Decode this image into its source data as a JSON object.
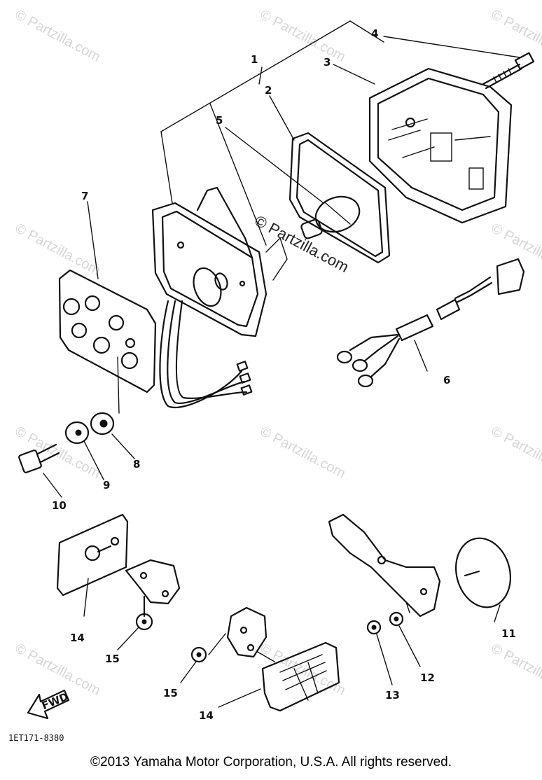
{
  "watermark": "© Partzilla.com",
  "diagram_code": "1ET171-8380",
  "fwd_label": "FWD",
  "copyright": "©2013  Yamaha Motor Corporation, U.S.A. All rights reserved.",
  "callouts": {
    "c1": "1",
    "c2": "2",
    "c3": "3",
    "c4": "4",
    "c5": "5",
    "c6": "6",
    "c7": "7",
    "c8": "8",
    "c9": "9",
    "c10": "10",
    "c11": "11",
    "c12": "12",
    "c13": "13",
    "c14a": "14",
    "c14b": "14",
    "c15a": "15",
    "c15b": "15"
  }
}
